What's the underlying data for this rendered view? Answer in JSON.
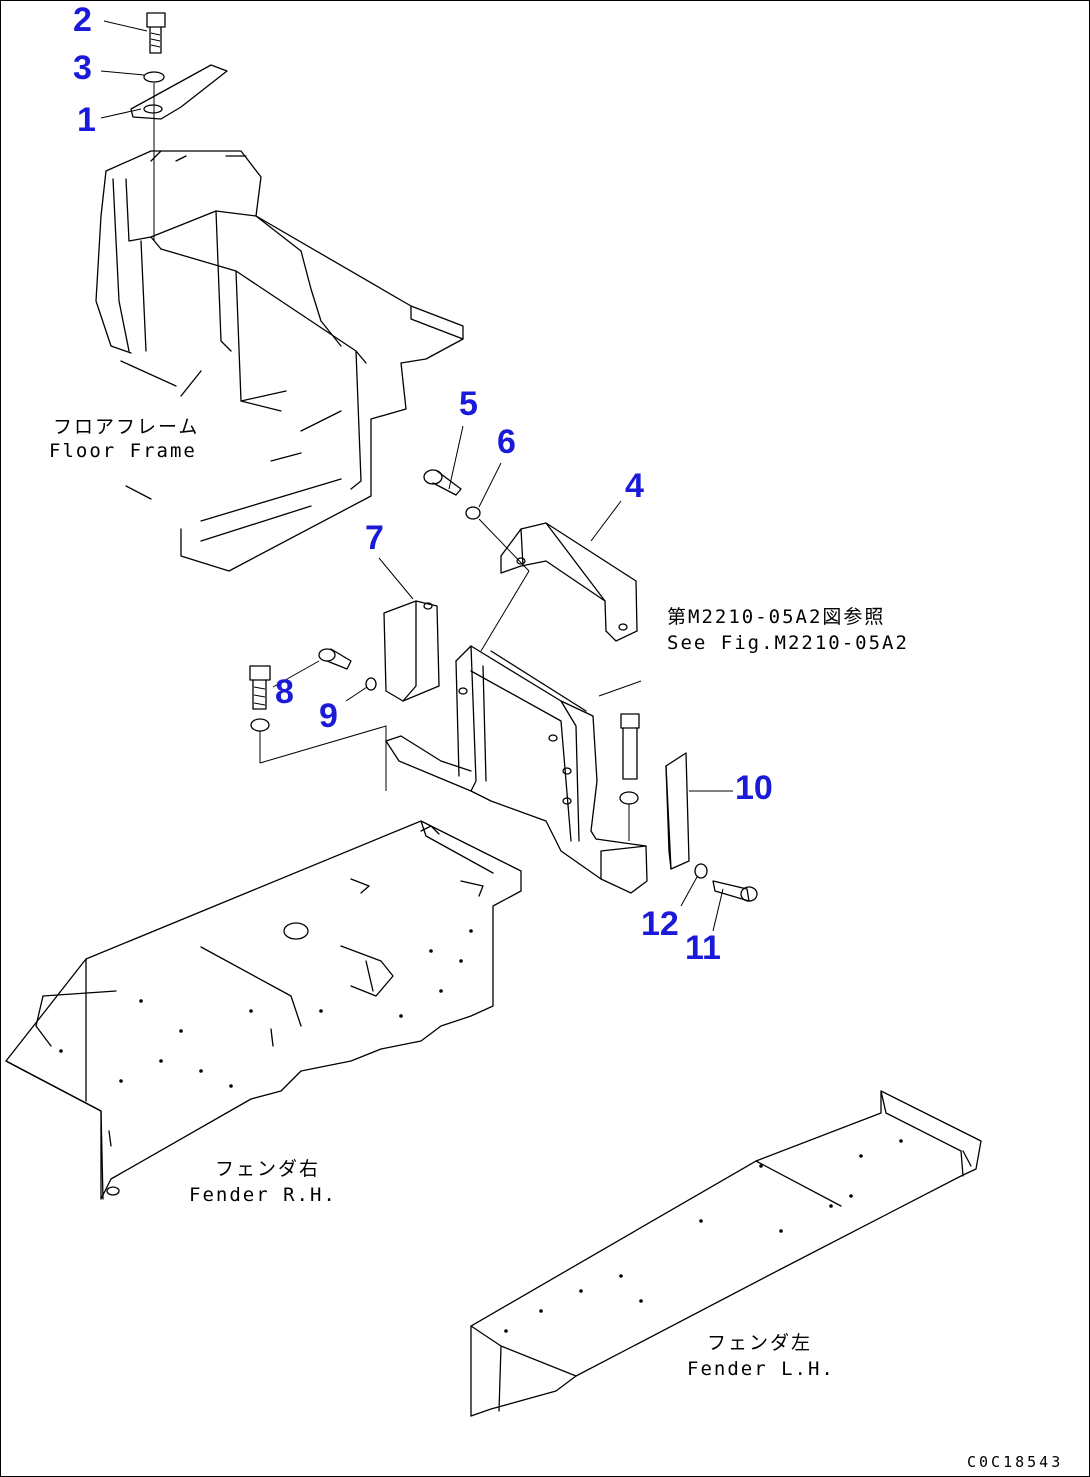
{
  "callouts": {
    "c1": "1",
    "c2": "2",
    "c3": "3",
    "c4": "4",
    "c5": "5",
    "c6": "6",
    "c7": "7",
    "c8": "8",
    "c9": "9",
    "c10": "10",
    "c11": "11",
    "c12": "12"
  },
  "labels": {
    "floor_frame_jp": "フロアフレーム",
    "floor_frame_en": "Floor Frame",
    "see_fig_jp": "第M2210-05A2図参照",
    "see_fig_en": "See Fig.M2210-05A2",
    "fender_rh_jp": "フェンダ右",
    "fender_rh_en": "Fender R.H.",
    "fender_lh_jp": "フェンダ左",
    "fender_lh_en": "Fender L.H."
  },
  "figure_code": "C0C18543",
  "colors": {
    "callout": "#1a1ad8",
    "line": "#000000"
  }
}
